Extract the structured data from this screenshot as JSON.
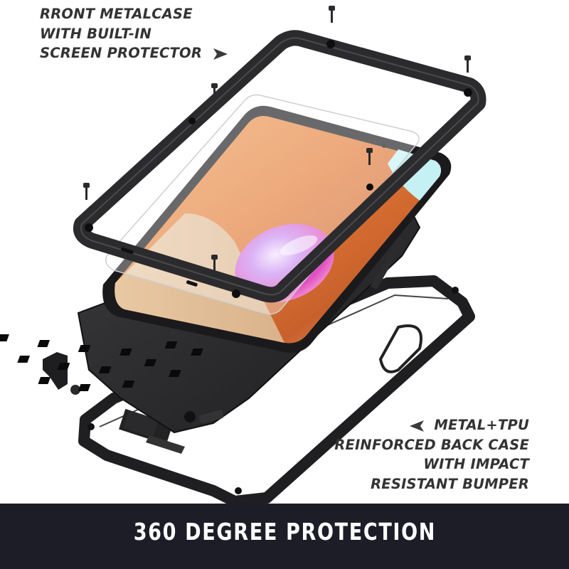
{
  "callouts": {
    "front": {
      "lines": [
        "RRONT METALCASE",
        "WITH BUILT-IN",
        "SCREEN PROTECTOR"
      ],
      "arrow_icon": "arrow-right-icon"
    },
    "back": {
      "lines": [
        "METAL+TPU",
        "REINFORCED BACK CASE",
        "WITH IMPACT",
        "RESISTANT BUMPER"
      ],
      "arrow_icon": "arrow-left-icon"
    }
  },
  "banner": {
    "title": "360 DEGREE PROTECTION"
  },
  "colors": {
    "banner_background": "#1c1d27",
    "banner_text": "#ffffff",
    "callout_text": "#333333",
    "frame_metal": "#2b2b2d",
    "screen_orange": "#e07a3a",
    "screen_pink": "#d06ad8",
    "screen_cyan": "#bfeff2"
  },
  "illustration": {
    "parts": [
      "front-metal-frame",
      "screen-protector",
      "phone",
      "back-case",
      "bumper",
      "screws",
      "port-plugs"
    ]
  }
}
